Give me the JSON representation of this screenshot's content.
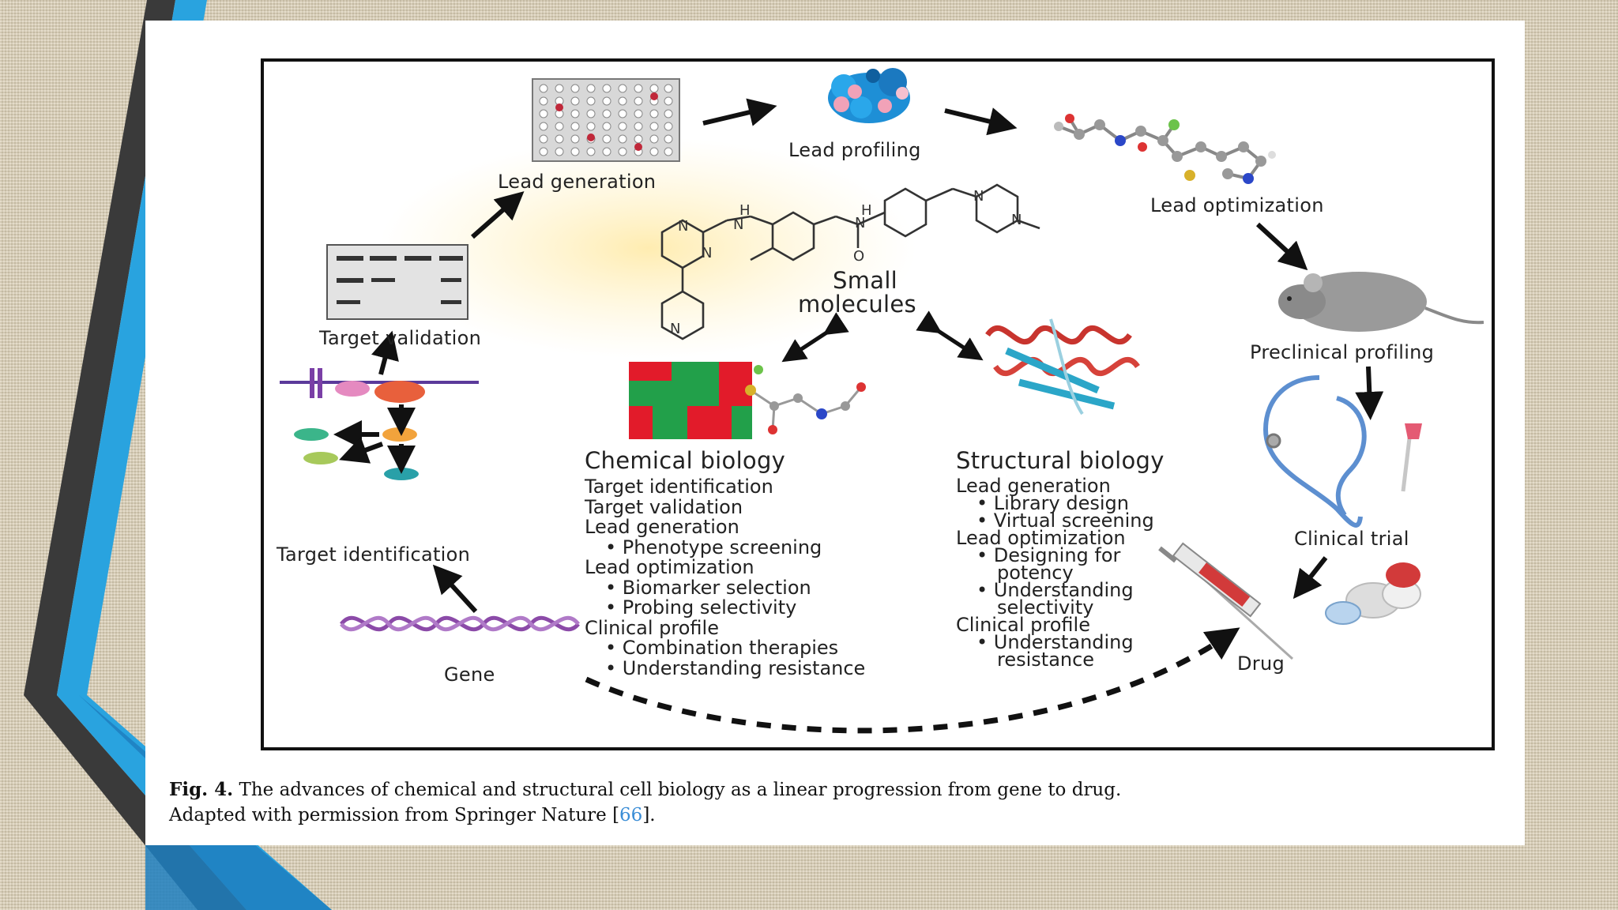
{
  "slide": {
    "colors": {
      "background": "#d9ceb4",
      "accent_dark": "#3a3a3a",
      "accent_blue": "#29a3df",
      "card": "#ffffff",
      "link": "#3a8dd6"
    }
  },
  "diagram": {
    "stages": {
      "lead_generation": "Lead generation",
      "lead_profiling": "Lead profiling",
      "lead_optimization": "Lead optimization",
      "preclinical_profiling": "Preclinical profiling",
      "clinical_trial": "Clinical trial",
      "drug": "Drug",
      "gene": "Gene",
      "target_identification": "Target identification",
      "target_validation": "Target validation"
    },
    "center": {
      "line1": "Small",
      "line2": "molecules"
    },
    "chemical_biology": {
      "title": "Chemical biology",
      "items": [
        "Target identification",
        "Target validation",
        "Lead generation",
        "Phenotype screening",
        "Lead optimization",
        "Biomarker selection",
        "Probing selectivity",
        "Clinical profile",
        "Combination therapies",
        "Understanding resistance"
      ]
    },
    "structural_biology": {
      "title": "Structural biology",
      "items": [
        "Lead generation",
        "Library design",
        "Virtual screening",
        "Lead optimization",
        "Designing for",
        "potency",
        "Understanding",
        "selectivity",
        "Clinical profile",
        "Understanding",
        "resistance"
      ]
    },
    "icons": [
      "microplate-icon",
      "protein-surface-icon",
      "molecule-ball-stick-icon",
      "mouse-icon",
      "stethoscope-icon",
      "syringe-icon",
      "pills-icon",
      "dna-helix-icon",
      "gel-blot-icon",
      "signaling-pathway-icon",
      "heatmap-icon",
      "protein-ribbon-icon"
    ]
  },
  "caption": {
    "fig_label": "Fig. 4.",
    "text": "The advances of chemical and structural cell biology as a linear progression from gene to drug.",
    "line2_prefix": "Adapted with permission from Springer Nature [",
    "ref": "66",
    "line2_suffix": "]."
  }
}
